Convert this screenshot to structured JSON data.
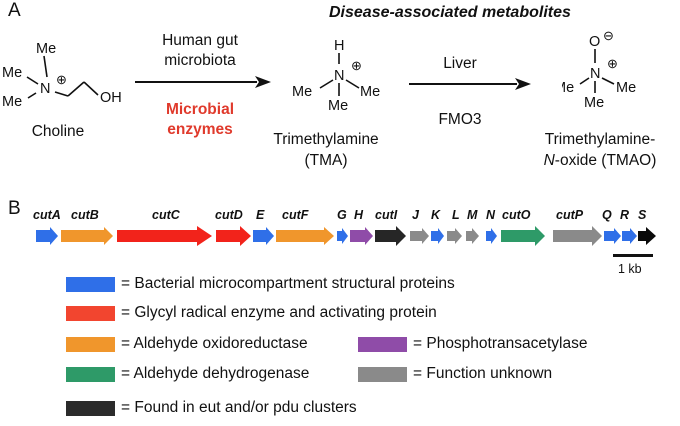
{
  "panelA": {
    "label": "A",
    "heading": "Disease-associated metabolites",
    "step1_top": [
      "Human gut",
      "microbiota"
    ],
    "step1_bottom": [
      "Microbial",
      "enzymes"
    ],
    "step2_top": "Liver",
    "step2_bottom": "FMO3",
    "choline": {
      "name": "Choline",
      "atoms": [
        "Me",
        "Me",
        "Me",
        "N",
        "⊕",
        "OH"
      ]
    },
    "tma": {
      "name": [
        "Trimethylamine",
        "(TMA)"
      ],
      "atoms": [
        "H",
        "N",
        "⊕",
        "Me",
        "Me",
        "Me"
      ]
    },
    "tmao": {
      "name_line1": "Trimethylamine-",
      "name_n": "N",
      "name_rest": "-oxide (TMAO)",
      "atoms": [
        "O",
        "⊖",
        "N",
        "⊕",
        "Me",
        "Me",
        "Me"
      ]
    }
  },
  "panelB": {
    "label": "B",
    "scale_label": "1 kb",
    "genes": [
      {
        "name": "cutA",
        "color": "#2f6fe8"
      },
      {
        "name": "cutB",
        "color": "#f0962c"
      },
      {
        "name": "cutC",
        "color": "#f2231b"
      },
      {
        "name": "cutD",
        "color": "#f2231b"
      },
      {
        "name": "E",
        "color": "#2f6fe8"
      },
      {
        "name": "cutF",
        "color": "#f0962c"
      },
      {
        "name": "G",
        "color": "#2f6fe8"
      },
      {
        "name": "H",
        "color": "#8f4ca8"
      },
      {
        "name": "cutI",
        "color": "#262626"
      },
      {
        "name": "J",
        "color": "#8a8a8a"
      },
      {
        "name": "K",
        "color": "#2f6fe8"
      },
      {
        "name": "L",
        "color": "#8a8a8a"
      },
      {
        "name": "M",
        "color": "#8a8a8a"
      },
      {
        "name": "N",
        "color": "#2f6fe8"
      },
      {
        "name": "cutO",
        "color": "#2e9a68"
      },
      {
        "name": "cutP",
        "color": "#8a8a8a"
      },
      {
        "name": "Q",
        "color": "#2f6fe8"
      },
      {
        "name": "R",
        "color": "#2f6fe8"
      },
      {
        "name": "S",
        "color": "#0a0a0a"
      }
    ],
    "legend": [
      {
        "color": "#2f6fe8",
        "text": "= Bacterial microcompartment structural proteins"
      },
      {
        "color": "#f2452f",
        "text": "= Glycyl radical enzyme and activating protein"
      },
      {
        "color": "#f0962c",
        "text": "= Aldehyde oxidoreductase"
      },
      {
        "color": "#8f4ca8",
        "text": "= Phosphotransacetylase"
      },
      {
        "color": "#2e9a68",
        "text": "= Aldehyde dehydrogenase"
      },
      {
        "color": "#8a8a8a",
        "text": "= Function unknown"
      },
      {
        "color": "#2b2b2b",
        "text": "= Found in eut and/or pdu clusters"
      }
    ]
  }
}
